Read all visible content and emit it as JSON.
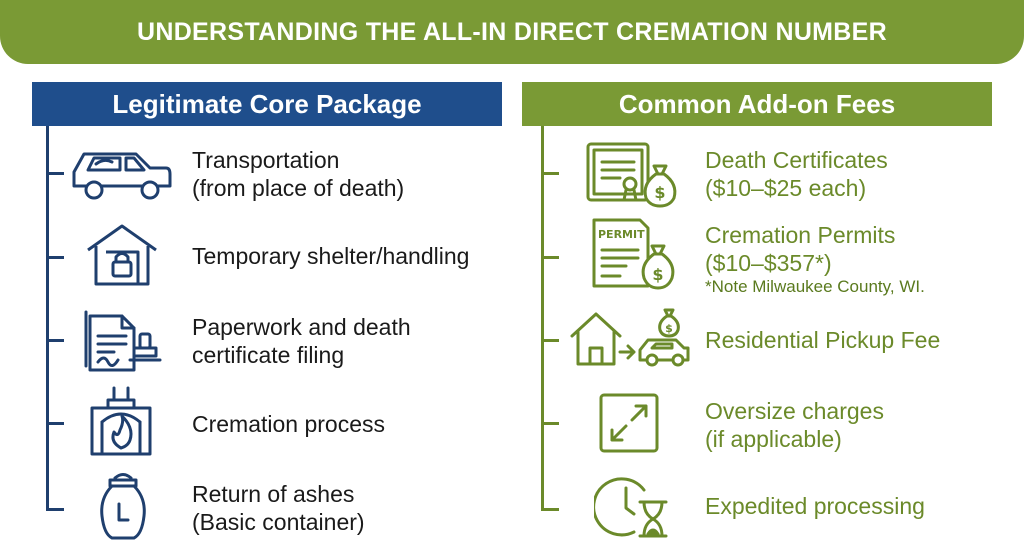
{
  "banner": {
    "title": "UNDERSTANDING THE ALL-IN DIRECT CREMATION NUMBER"
  },
  "left": {
    "header": "Legitimate Core Package",
    "items": [
      {
        "line1": "Transportation",
        "line2": "(from place of death)",
        "icon": "hearse-icon"
      },
      {
        "line1": "Temporary shelter/handling",
        "line2": "",
        "icon": "locked-shelter-icon"
      },
      {
        "line1": "Paperwork and death",
        "line2": "certificate filing",
        "icon": "paperwork-stamp-icon"
      },
      {
        "line1": "Cremation process",
        "line2": "",
        "icon": "cremation-furnace-icon"
      },
      {
        "line1": "Return of ashes",
        "line2": "(Basic container)",
        "icon": "urn-icon"
      }
    ]
  },
  "right": {
    "header": "Common Add-on Fees",
    "items": [
      {
        "line1": "Death Certificates",
        "line2": "($10–$25 each)",
        "icon": "certificate-money-icon"
      },
      {
        "line1": "Cremation Permits",
        "line2": "($10–$357*)",
        "note": "*Note Milwaukee County, WI.",
        "icon": "permit-money-icon",
        "permit_label": "PERMIT"
      },
      {
        "line1": "Residential Pickup Fee",
        "line2": "",
        "icon": "house-to-vehicle-icon"
      },
      {
        "line1": "Oversize charges",
        "line2": "(if applicable)",
        "icon": "expand-arrows-icon"
      },
      {
        "line1": "Expedited processing",
        "line2": "",
        "icon": "clock-hourglass-icon"
      }
    ]
  },
  "colors": {
    "navy": "#1f4e8c",
    "olive": "#7a9a35",
    "text_dark": "#1a1a1a",
    "text_olive": "#6b8a2a"
  }
}
